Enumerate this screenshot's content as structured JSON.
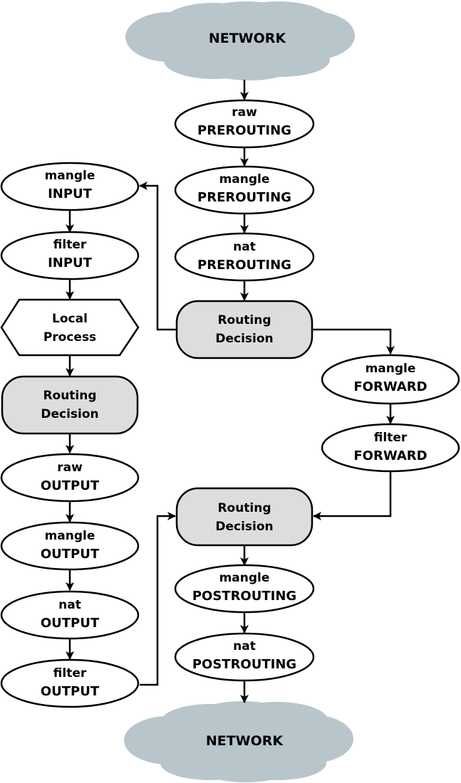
{
  "colors": {
    "cloud": "#b8c6cc",
    "decision_fill": "#dddddd",
    "stroke": "#000000"
  },
  "network_top": "NETWORK",
  "network_bottom": "NETWORK",
  "right_column": {
    "raw_prerouting": {
      "line1": "raw",
      "line2": "PREROUTING"
    },
    "mangle_prerouting": {
      "line1": "mangle",
      "line2": "PREROUTING"
    },
    "nat_prerouting": {
      "line1": "nat",
      "line2": "PREROUTING"
    },
    "routing_decision_1": {
      "line1": "Routing",
      "line2": "Decision"
    }
  },
  "left_column": {
    "mangle_input": {
      "line1": "mangle",
      "line2": "INPUT"
    },
    "filter_input": {
      "line1": "filter",
      "line2": "INPUT"
    },
    "local_process": {
      "line1": "Local",
      "line2": "Process"
    },
    "routing_decision_2": {
      "line1": "Routing",
      "line2": "Decision"
    },
    "raw_output": {
      "line1": "raw",
      "line2": "OUTPUT"
    },
    "mangle_output": {
      "line1": "mangle",
      "line2": "OUTPUT"
    },
    "nat_output": {
      "line1": "nat",
      "line2": "OUTPUT"
    },
    "filter_output": {
      "line1": "filter",
      "line2": "OUTPUT"
    }
  },
  "forward_column": {
    "mangle_forward": {
      "line1": "mangle",
      "line2": "FORWARD"
    },
    "filter_forward": {
      "line1": "filter",
      "line2": "FORWARD"
    }
  },
  "post_column": {
    "routing_decision_3": {
      "line1": "Routing",
      "line2": "Decision"
    },
    "mangle_postrouting": {
      "line1": "mangle",
      "line2": "POSTROUTING"
    },
    "nat_postrouting": {
      "line1": "nat",
      "line2": "POSTROUTING"
    }
  }
}
